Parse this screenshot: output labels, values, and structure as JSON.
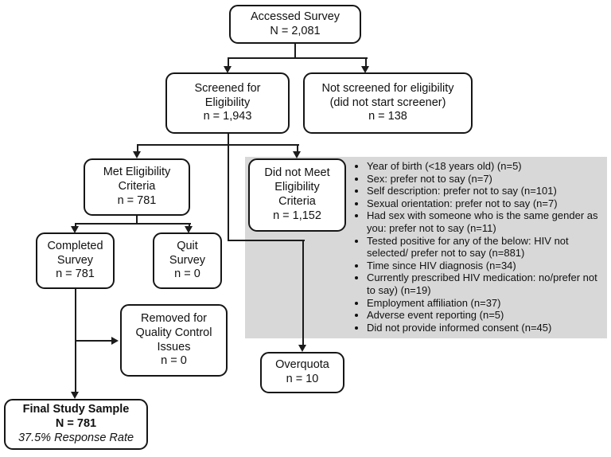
{
  "figure": {
    "type": "participant-flow-diagram",
    "colors": {
      "box_border": "#161616",
      "connector": "#1c1c1c",
      "panel_background": "#d8d8d8",
      "page_background": "#ffffff"
    }
  },
  "boxes": {
    "accessed": {
      "lines": [
        "Accessed Survey",
        "N = 2,081"
      ]
    },
    "screened": {
      "lines": [
        "Screened for",
        "Eligibility",
        "n = 1,943"
      ]
    },
    "not_screened": {
      "lines": [
        "Not screened for eligibility",
        "(did not start screener)",
        "n = 138"
      ]
    },
    "met": {
      "lines": [
        "Met Eligibility",
        "Criteria",
        "n = 781"
      ]
    },
    "did_not_meet": {
      "lines": [
        "Did not Meet",
        "Eligibility",
        "Criteria",
        "n = 1,152"
      ]
    },
    "completed": {
      "lines": [
        "Completed",
        "Survey",
        "n = 781"
      ]
    },
    "quit": {
      "lines": [
        "Quit",
        "Survey",
        "n = 0"
      ]
    },
    "removed": {
      "lines": [
        "Removed for",
        "Quality Control",
        "Issues",
        "n = 0"
      ]
    },
    "overquota": {
      "lines": [
        "Overquota",
        "n = 10"
      ]
    },
    "final": {
      "title": "Final Study Sample",
      "n": "N = 781",
      "response_rate": "37.5% Response Rate"
    }
  },
  "exclusion_reasons": {
    "items": [
      "Year of birth (<18 years old) (n=5)",
      "Sex: prefer not to say (n=7)",
      "Self description: prefer not to say (n=101)",
      "Sexual orientation: prefer not to say (n=7)",
      "Had sex with someone who is the same gender as you: prefer not to say (n=11)",
      "Tested positive for any of the below: HIV not selected/ prefer not to say (n=881)",
      "Time since HIV diagnosis (n=34)",
      "Currently prescribed HIV medication: no/prefer not to say) (n=19)",
      "Employment affiliation (n=37)",
      "Adverse event reporting (n=5)",
      "Did not provide informed consent (n=45)"
    ]
  }
}
